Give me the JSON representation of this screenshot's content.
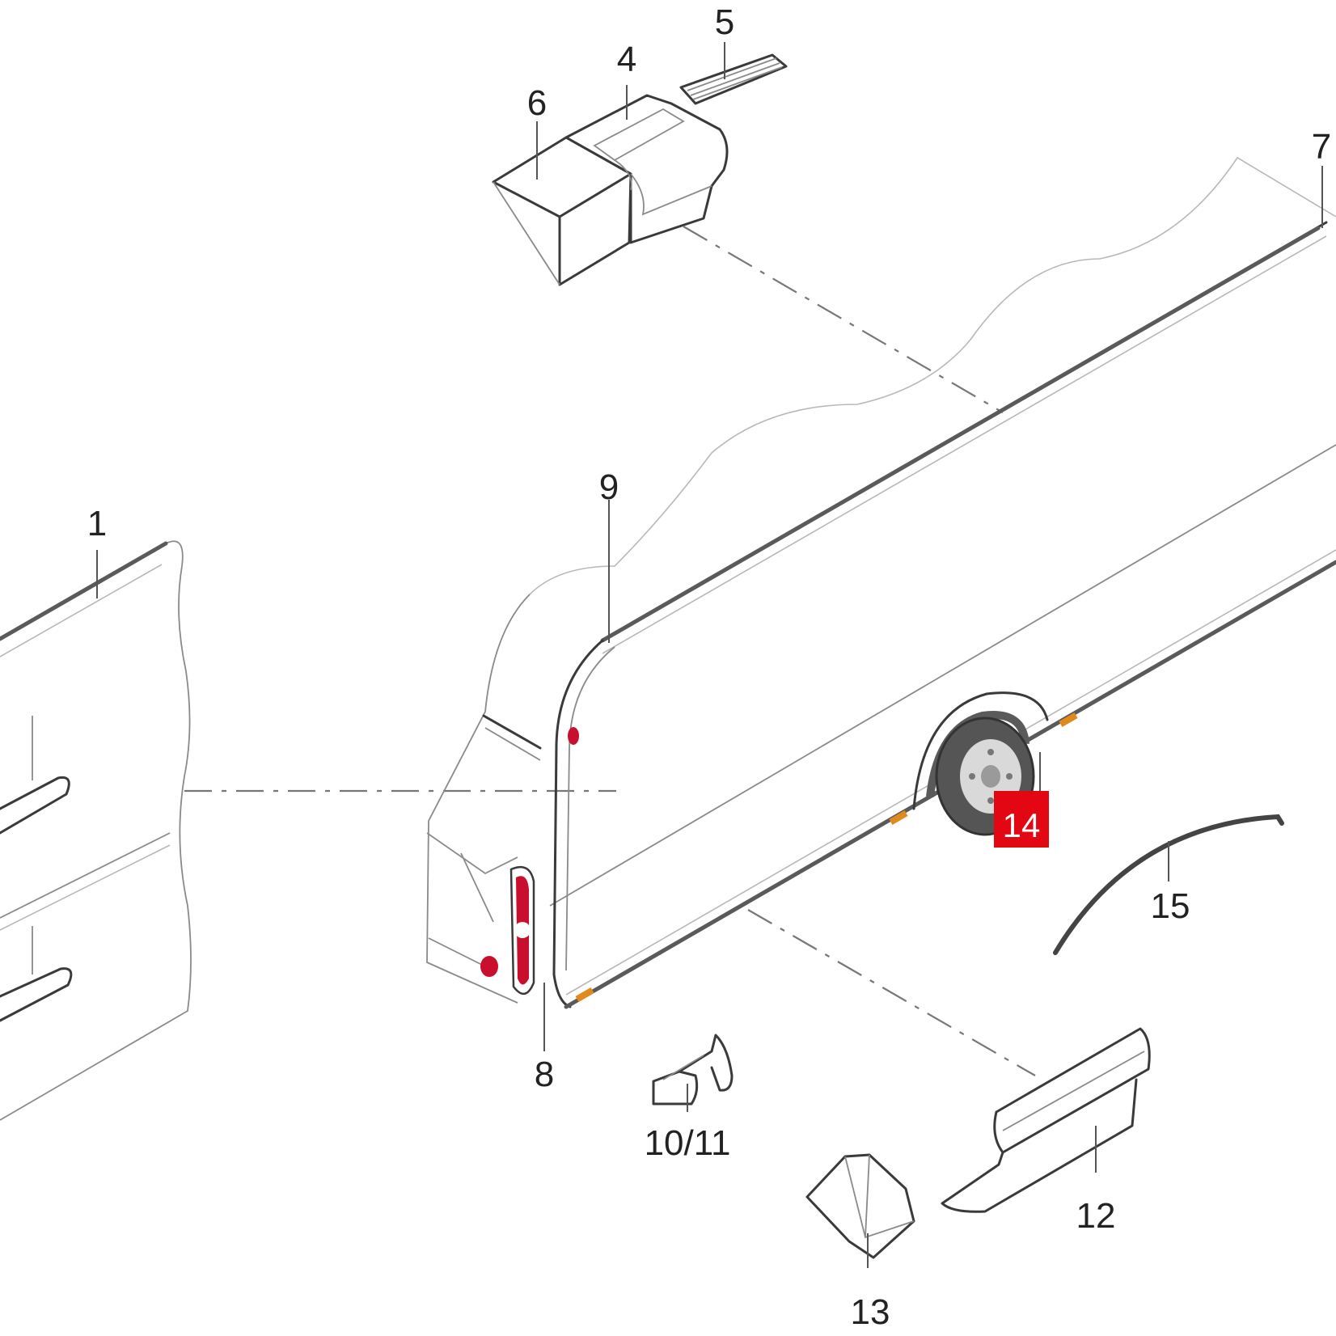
{
  "diagram": {
    "callouts": {
      "c1": "1",
      "c4": "4",
      "c5": "5",
      "c6": "6",
      "c7": "7",
      "c8": "8",
      "c9": "9",
      "c10_11": "10/11",
      "c12": "12",
      "c13": "13",
      "c14": "14",
      "c15": "15"
    },
    "highlighted_callout": "14",
    "colors": {
      "highlight": "#e30613",
      "line": "#3a3a3a",
      "taillight": "#c8102e",
      "marker_light": "#e08a1e"
    }
  }
}
